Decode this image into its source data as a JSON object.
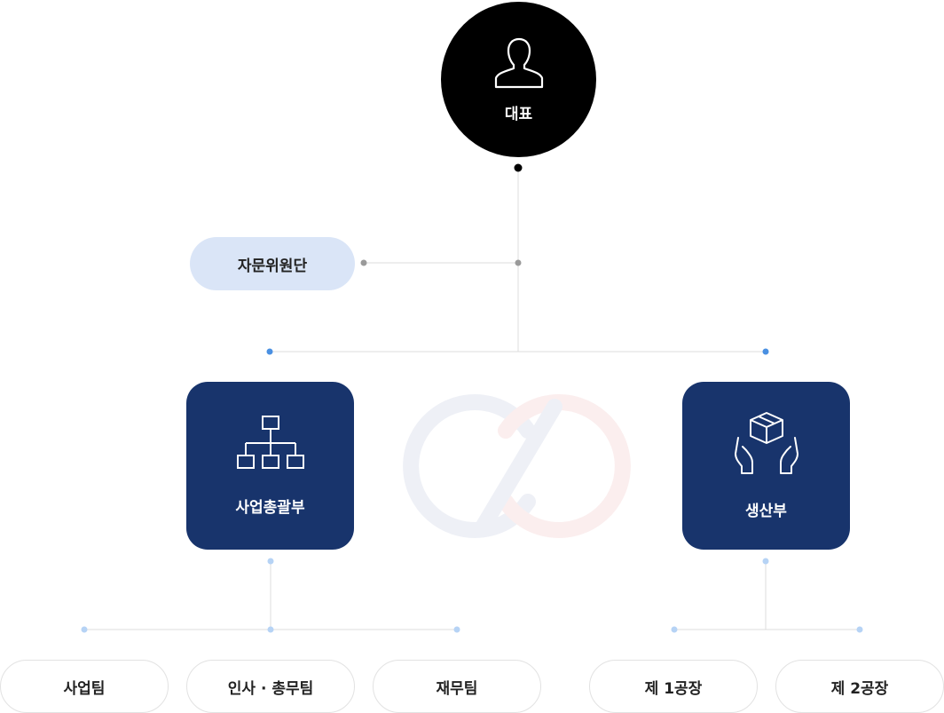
{
  "nodes": {
    "ceo": {
      "label": "대표",
      "icon": "person-icon"
    },
    "advisory": {
      "label": "자문위원단"
    },
    "business": {
      "label": "사업총괄부",
      "icon": "org-chart-icon"
    },
    "production": {
      "label": "생산부",
      "icon": "hands-box-icon"
    }
  },
  "teams": {
    "business_team": "사업팀",
    "hr_team": "인사 · 총무팀",
    "finance_team": "재무팀",
    "factory_1": "제 1공장",
    "factory_2": "제 2공장"
  },
  "colors": {
    "ceo": "#000000",
    "advisory": "#dae5f7",
    "department": "#18346c",
    "connector": "#dcdcdc",
    "dot_blue": "#4a90e2",
    "dot_light": "#b6d3f5",
    "dot_gray": "#9a9a9a"
  }
}
